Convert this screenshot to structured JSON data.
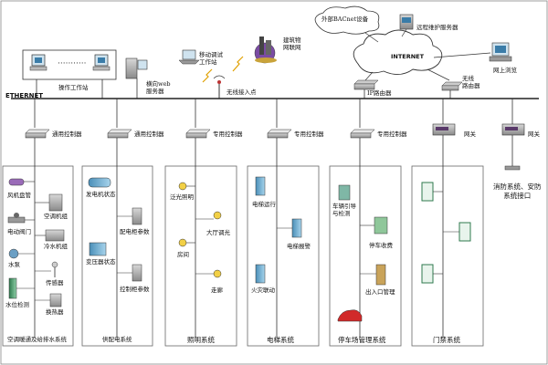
{
  "network": {
    "ethernet": "ETHERNET",
    "internet": "INTERNET",
    "bacnet": "外部BACnet设备",
    "remote_service": "远程维护服务器",
    "web_browse": "网上浏览",
    "wireless_router": "无线\n路由器",
    "ip_router": "IP路由器",
    "operator_station": "操作工作站",
    "web_server": "横向web\n服务器",
    "mobile_station": "移动调试\n工作站",
    "wireless_ap": "无线接入点",
    "building_iot": "建筑物\n网联网"
  },
  "controllers": {
    "general_1": "通用控制器",
    "general_2": "通用控制器",
    "special_1": "专用控制器",
    "special_2": "专用控制器",
    "special_3": "专用控制器",
    "special_4": "专用控制器",
    "gateway_1": "网关",
    "gateway_2": "网关"
  },
  "hvac": {
    "title": "空调暖通及给排水系统",
    "items": [
      "风机盘管",
      "空调机组",
      "电动阀门",
      "冷水机组",
      "水泵",
      "传感器",
      "水位检测",
      "换热器"
    ]
  },
  "power": {
    "title": "供配电系统",
    "items": [
      "发电机状态",
      "配电柜参数",
      "变压器状态",
      "控制柜参数"
    ]
  },
  "lighting": {
    "title": "照明系统",
    "items": [
      "泛光照明",
      "大厅调光",
      "房间",
      "走廊"
    ]
  },
  "elevator": {
    "title": "电梯系统",
    "items": [
      "电梯运行",
      "电梯报警",
      "火灾联动"
    ]
  },
  "parking": {
    "title": "停车场管理系统",
    "items": [
      "车辆引导\n与检测",
      "停车收费",
      "出入口管理"
    ]
  },
  "access": {
    "title": "门禁系统"
  },
  "fire": {
    "title": "消防系统、安防\n系统接口"
  }
}
